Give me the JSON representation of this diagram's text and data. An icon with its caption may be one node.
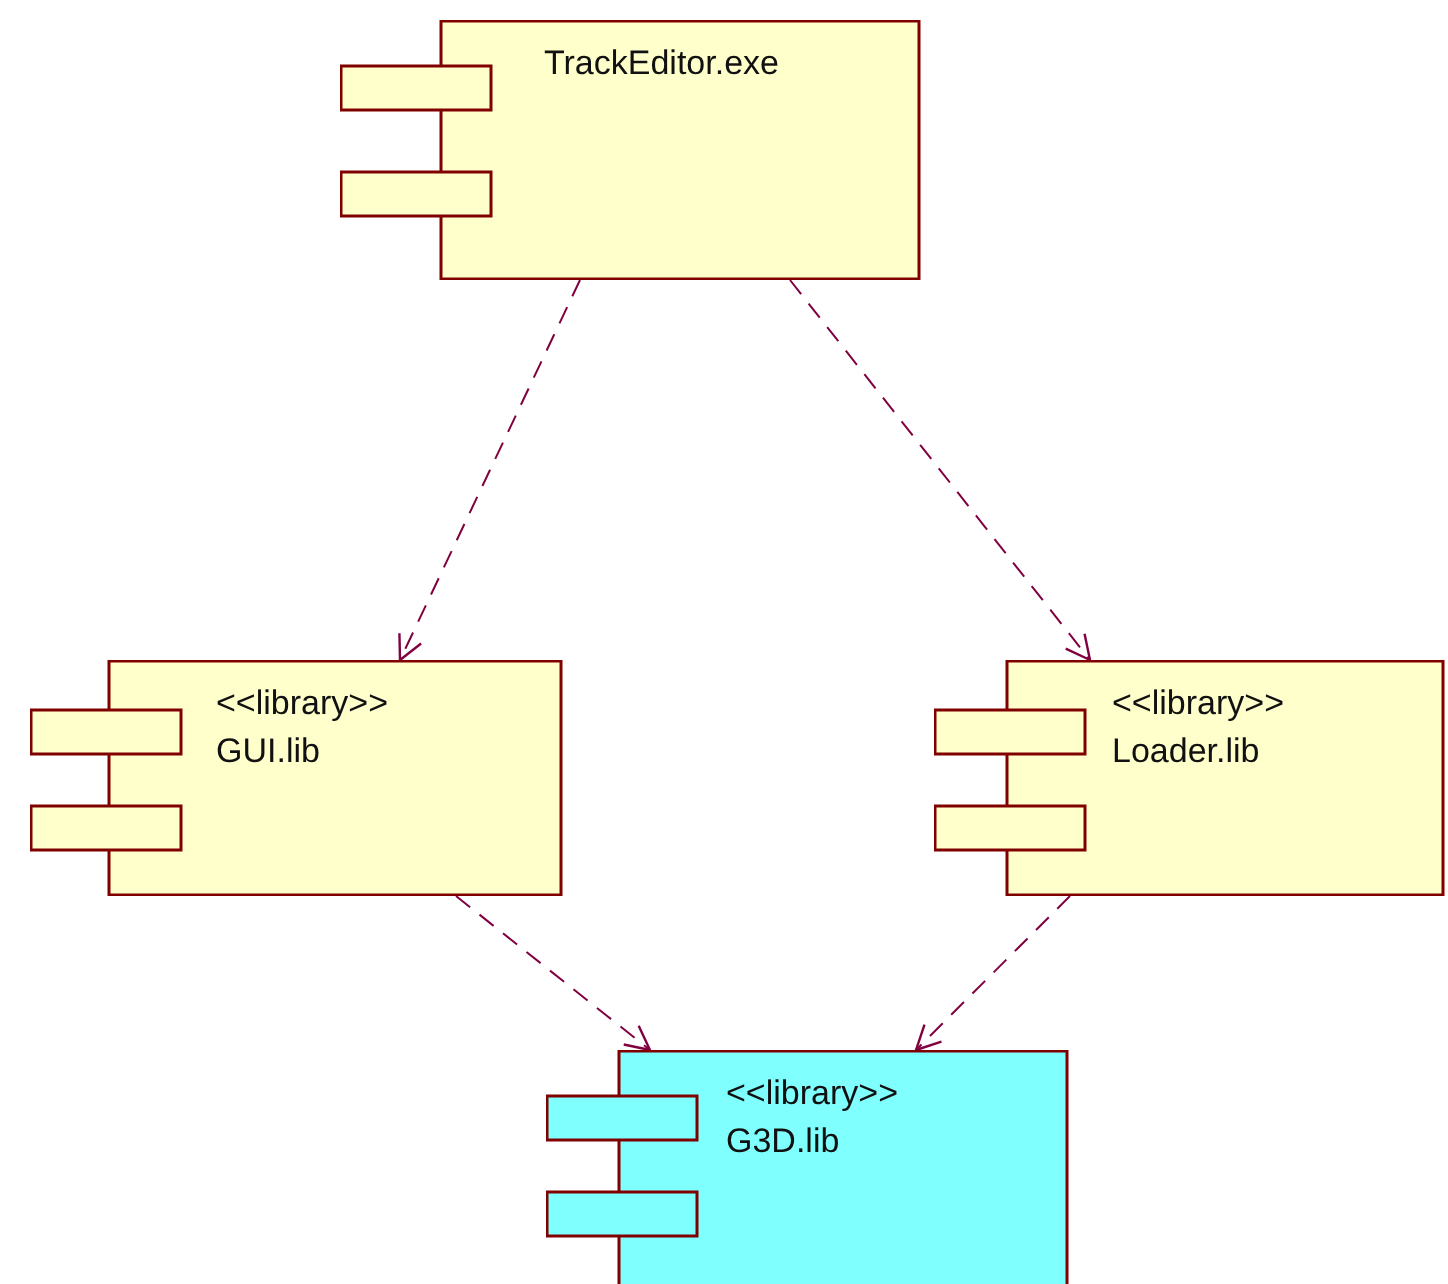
{
  "diagram": {
    "nodes": [
      {
        "text": [
          "TrackEditor.exe"
        ]
      },
      {
        "text": [
          "<<library>>",
          "GUI.lib"
        ]
      },
      {
        "text": [
          "<<library>>",
          "Loader.lib"
        ]
      },
      {
        "text": [
          "<<library>>",
          "G3D.lib"
        ]
      }
    ],
    "edges": [
      {
        "from": 0,
        "to": 1,
        "arrow": "to",
        "style": "dashed"
      },
      {
        "from": 0,
        "to": 2,
        "arrow": "to",
        "style": "dashed"
      },
      {
        "from": 1,
        "to": 3,
        "arrow": "to",
        "style": "dashed"
      },
      {
        "from": 2,
        "to": 3,
        "arrow": "to",
        "style": "dashed"
      }
    ]
  }
}
